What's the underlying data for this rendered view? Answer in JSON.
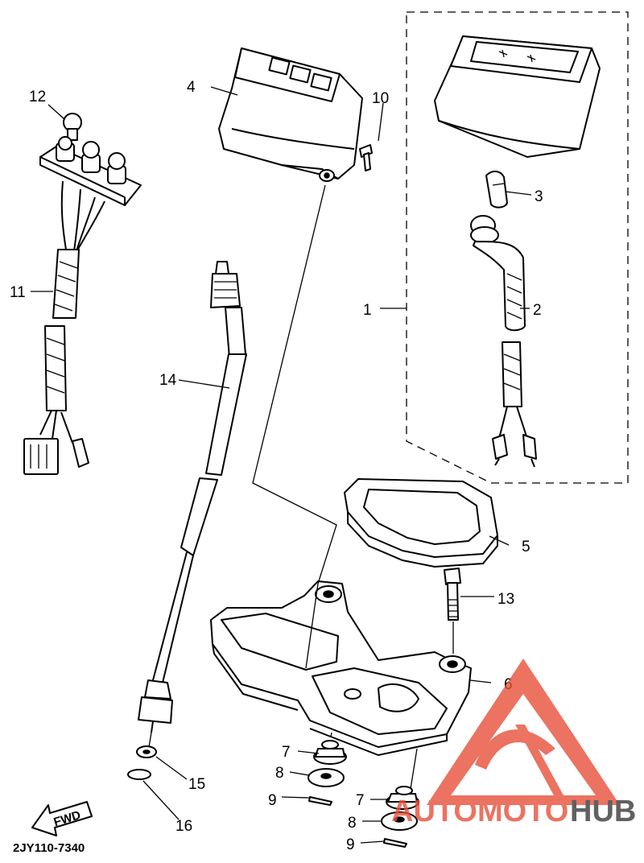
{
  "diagram": {
    "code": "2JY110-7340",
    "fwd_label": "FWD",
    "labels": [
      {
        "id": "1",
        "text": "1"
      },
      {
        "id": "2",
        "text": "2"
      },
      {
        "id": "3",
        "text": "3"
      },
      {
        "id": "4",
        "text": "4"
      },
      {
        "id": "5",
        "text": "5"
      },
      {
        "id": "6",
        "text": "6"
      },
      {
        "id": "7a",
        "text": "7"
      },
      {
        "id": "7b",
        "text": "7"
      },
      {
        "id": "8a",
        "text": "8"
      },
      {
        "id": "8b",
        "text": "8"
      },
      {
        "id": "9a",
        "text": "9"
      },
      {
        "id": "9b",
        "text": "9"
      },
      {
        "id": "10",
        "text": "10"
      },
      {
        "id": "11",
        "text": "11"
      },
      {
        "id": "12",
        "text": "12"
      },
      {
        "id": "13",
        "text": "13"
      },
      {
        "id": "14",
        "text": "14"
      },
      {
        "id": "15",
        "text": "15"
      },
      {
        "id": "16",
        "text": "16"
      }
    ]
  },
  "watermark": {
    "text_a": "AUTOMOTO",
    "text_b": "HUB",
    "color_primary": "#e8503a",
    "color_secondary": "#3a3a3a"
  }
}
